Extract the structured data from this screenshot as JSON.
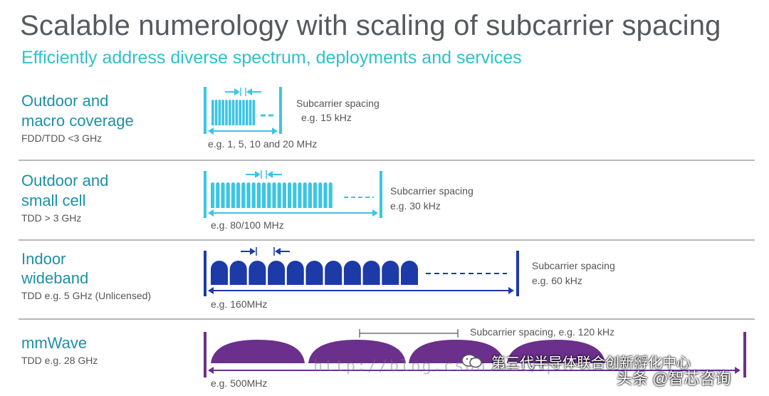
{
  "title": "Scalable numerology with scaling of subcarrier spacing",
  "subtitle": "Efficiently address diverse spectrum, deployments and services",
  "rows": [
    {
      "name_line1": "Outdoor and",
      "name_line2": "macro coverage",
      "detail": "FDD/TDD <3 GHz",
      "spacing_label": "Subcarrier spacing",
      "spacing_value": "e.g. 15 kHz",
      "bandwidth": "e.g. 1, 5, 10 and 20 MHz",
      "color": "#3cc5e4"
    },
    {
      "name_line1": "Outdoor and",
      "name_line2": "small cell",
      "detail": "TDD > 3 GHz",
      "spacing_label": "Subcarrier spacing",
      "spacing_value": "e.g. 30 kHz",
      "bandwidth": "e.g. 80/100 MHz",
      "color": "#3cc5e4"
    },
    {
      "name_line1": "Indoor",
      "name_line2": "wideband",
      "detail": "TDD e.g. 5 GHz (Unlicensed)",
      "spacing_label": "Subcarrier spacing",
      "spacing_value": "e.g. 60 kHz",
      "bandwidth": "e.g. 160MHz",
      "color": "#1c3aa8"
    },
    {
      "name_line1": "mmWave",
      "detail": "TDD e.g. 28 GHz",
      "spacing_label": "Subcarrier spacing, e.g. 120 kHz",
      "bandwidth": "e.g. 500MHz",
      "color": "#6b2f8c"
    }
  ],
  "watermark": {
    "url": "http://blog.csdn.net/q",
    "account": "第三代半导体联合创新孵化中心",
    "brand": "头条 @智芯咨询"
  },
  "colors": {
    "title": "#555a5e",
    "subtitle": "#2ec1cc",
    "row_name": "#1d90a6"
  }
}
